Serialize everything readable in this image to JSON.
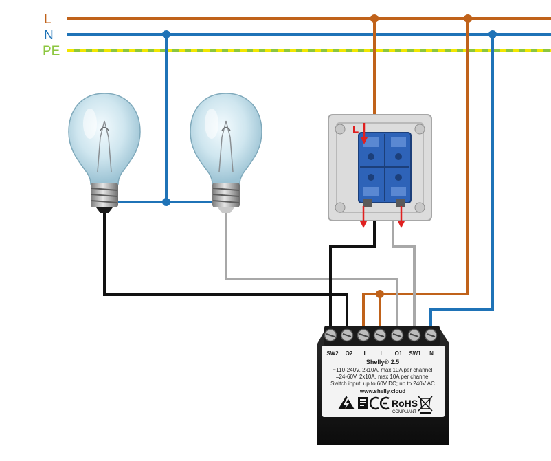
{
  "bus_labels": {
    "live": "L",
    "neutral": "N",
    "earth": "PE"
  },
  "switch": {
    "input_label": "L"
  },
  "device": {
    "terminals": [
      "SW2",
      "O2",
      "L",
      "L",
      "O1",
      "SW1",
      "N"
    ],
    "model": "Shelly® 2.5",
    "spec_line_1": "~110-240V, 2x10A, max 10A per channel",
    "spec_line_2": "=24-60V, 2x10A, max 10A per channel",
    "spec_line_3": "Switch input: up to 60V DC; up to 240V AC",
    "website": "www.shelly.cloud",
    "rohs_mark": "RoHS",
    "rohs_note": "COMPLIANT"
  },
  "colors": {
    "live": "#c0621a",
    "neutral": "#1f73b7",
    "earth_green": "#8cc63f",
    "earth_yellow": "#f2e600",
    "switched_black": "#111111",
    "switched_grey": "#a8a8a8",
    "arrow_red": "#e02020",
    "switch_blue": "#2e63b8"
  }
}
